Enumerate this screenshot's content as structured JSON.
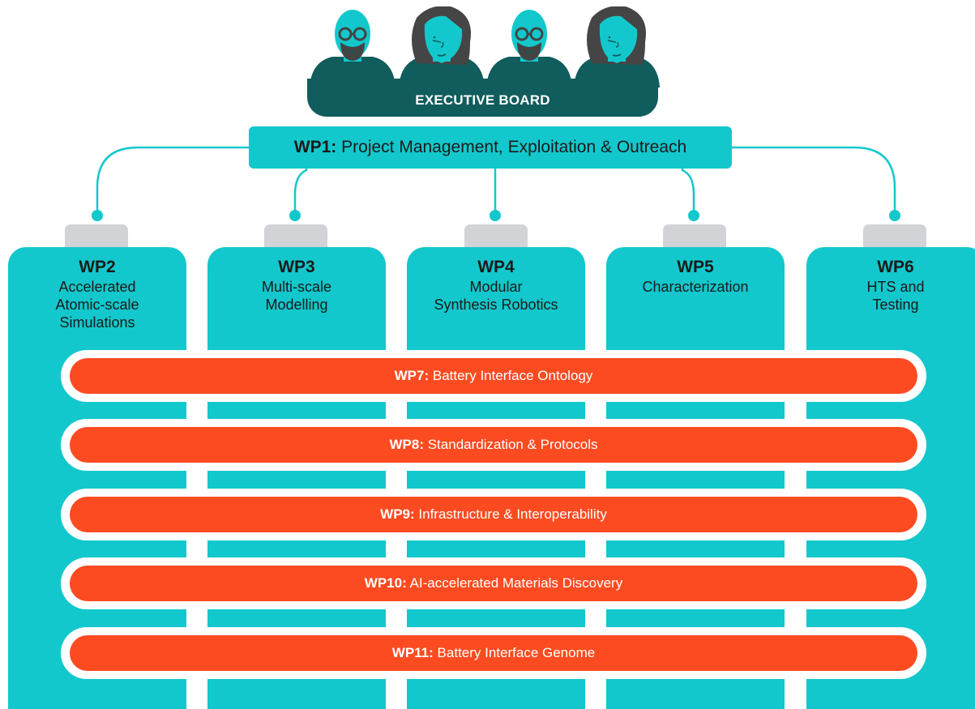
{
  "colors": {
    "teal": "#13c8cc",
    "dark_teal": "#115c5c",
    "orange": "#fd4b21",
    "tab_gray": "#d2d3d6",
    "hair": "#454545"
  },
  "board": {
    "label": "EXECUTIVE BOARD",
    "people": [
      {
        "icon": "man-with-glasses-beard-icon"
      },
      {
        "icon": "woman-icon"
      },
      {
        "icon": "man-with-glasses-beard-icon"
      },
      {
        "icon": "woman-icon"
      }
    ]
  },
  "wp1": {
    "id": "WP1:",
    "title": "Project Management, Exploitation & Outreach"
  },
  "columns": [
    {
      "id": "WP2",
      "desc": "Accelerated\nAtomic-scale\nSimulations"
    },
    {
      "id": "WP3",
      "desc": "Multi-scale\nModelling"
    },
    {
      "id": "WP4",
      "desc": "Modular\nSynthesis Robotics"
    },
    {
      "id": "WP5",
      "desc": "Characterization"
    },
    {
      "id": "WP6",
      "desc": "HTS and\nTesting"
    }
  ],
  "bands": [
    {
      "id": "WP7:",
      "title": "Battery Interface Ontology"
    },
    {
      "id": "WP8:",
      "title": "Standardization & Protocols"
    },
    {
      "id": "WP9:",
      "title": "Infrastructure & Interoperability"
    },
    {
      "id": "WP10:",
      "title": "AI-accelerated Materials Discovery"
    },
    {
      "id": "WP11:",
      "title": "Battery Interface Genome"
    }
  ]
}
